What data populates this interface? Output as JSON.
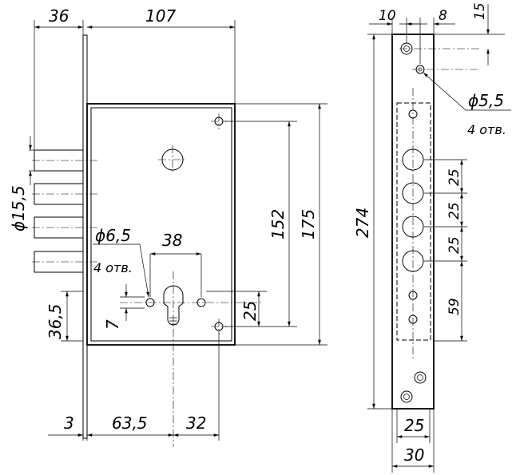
{
  "dimensions": {
    "d36": "36",
    "d107": "107",
    "d10": "10",
    "d8": "8",
    "d15": "15",
    "d5_5": "ϕ5,5",
    "holes_right": "4 отв.",
    "d152": "152",
    "d175": "175",
    "d274": "274",
    "d15_5": "ϕ15,5",
    "d6_5": "ϕ6,5",
    "d38": "38",
    "holes_left": "4 отв.",
    "d36_5": "36,5",
    "d7": "7",
    "d25_left": "25",
    "d25_a": "25",
    "d25_b": "25",
    "d25_c": "25",
    "d59": "59",
    "d3": "3",
    "d63_5": "63,5",
    "d32": "32",
    "d25_bottom": "25",
    "d30": "30"
  }
}
